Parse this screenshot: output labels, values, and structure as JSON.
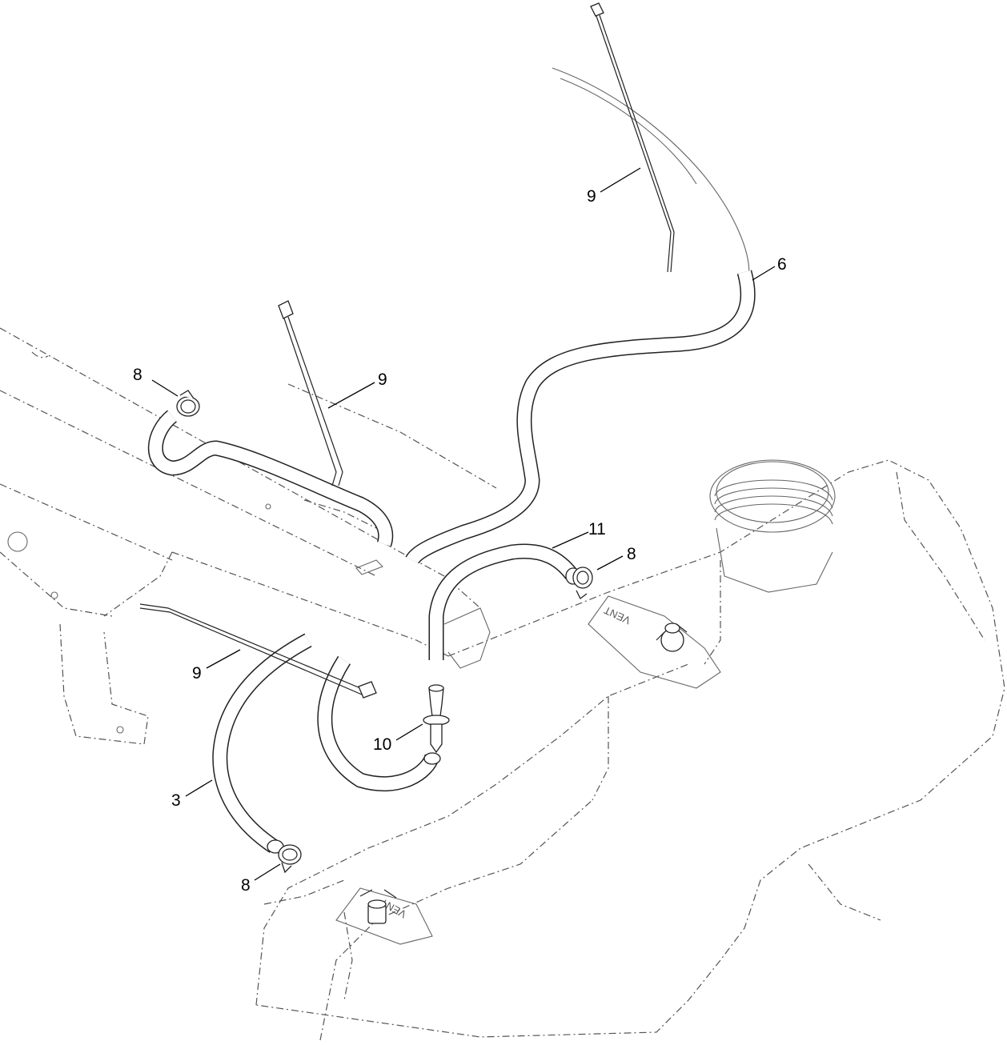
{
  "callouts": [
    {
      "id": "c9-top",
      "label": "9"
    },
    {
      "id": "c6",
      "label": "6"
    },
    {
      "id": "c8-left",
      "label": "8"
    },
    {
      "id": "c9-mid",
      "label": "9"
    },
    {
      "id": "c11",
      "label": "11"
    },
    {
      "id": "c8-right",
      "label": "8"
    },
    {
      "id": "c9-low",
      "label": "9"
    },
    {
      "id": "c10",
      "label": "10"
    },
    {
      "id": "c3",
      "label": "3"
    },
    {
      "id": "c8-bottom",
      "label": "8"
    }
  ],
  "tank_labels": {
    "vent_upper": "VENT",
    "vent_lower": "VENT"
  }
}
